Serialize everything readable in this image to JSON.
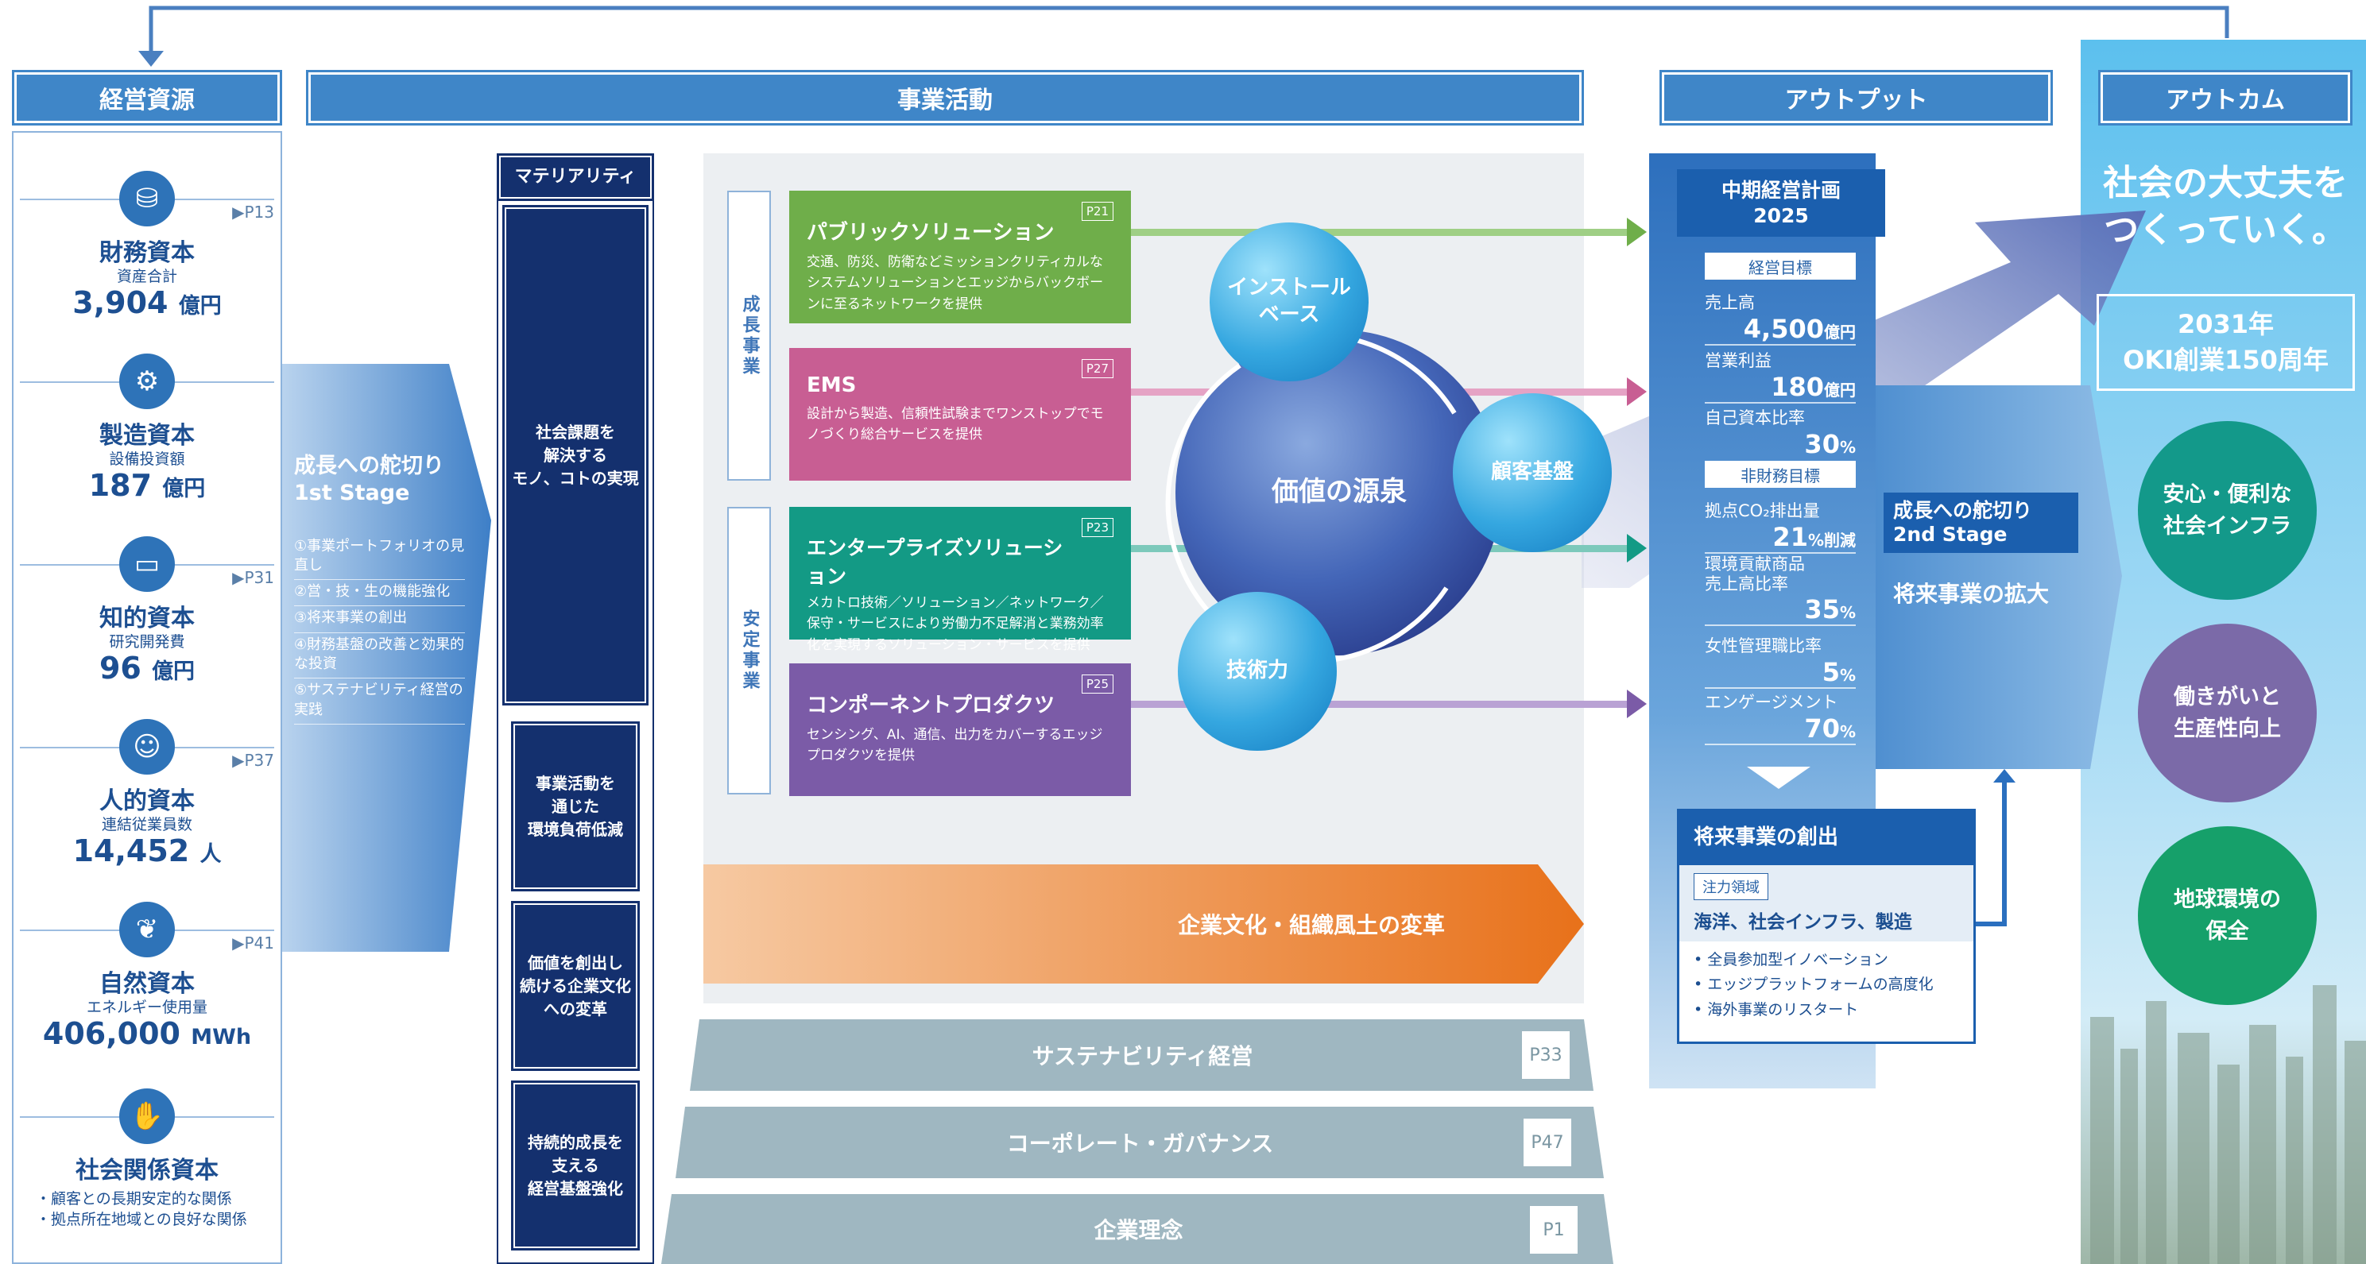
{
  "headers": {
    "resources": "経営資源",
    "activities": "事業活動",
    "output": "アウトプット",
    "outcome": "アウトカム"
  },
  "resources": [
    {
      "name": "財務資本",
      "sub": "資産合計",
      "value": "3,904",
      "unit": "億円",
      "page": "▶P13",
      "icon": "coins-icon"
    },
    {
      "name": "製造資本",
      "sub": "設備投資額",
      "value": "187",
      "unit": "億円",
      "page": "",
      "icon": "robot-arm-icon"
    },
    {
      "name": "知的資本",
      "sub": "研究開発費",
      "value": "96",
      "unit": "億円",
      "page": "▶P31",
      "icon": "monitor-icon"
    },
    {
      "name": "人的資本",
      "sub": "連結従業員数",
      "value": "14,452",
      "unit": "人",
      "page": "▶P37",
      "icon": "people-icon"
    },
    {
      "name": "自然資本",
      "sub": "エネルギー使用量",
      "value": "406,000",
      "unit": "MWh",
      "page": "▶P41",
      "icon": "leaf-icon"
    }
  ],
  "social_capital": {
    "name": "社会関係資本",
    "items": [
      "・顧客との長期安定的な関係",
      "・拠点所在地域との良好な関係"
    ],
    "icon": "handshake-icon"
  },
  "first_stage": {
    "title_line1": "成長への舵切り",
    "title_line2": "1st Stage",
    "items": [
      "①事業ポートフォリオの見直し",
      "②営・技・生の機能強化",
      "③将来事業の創出",
      "④財務基盤の改善と効果的な投資",
      "⑤サステナビリティ経営の実践"
    ]
  },
  "materiality": {
    "title": "マテリアリティ",
    "items": [
      "社会課題を\n解決する\nモノ、コトの実現",
      "事業活動を\n通じた\n環境負荷低減",
      "価値を創出し\n続ける企業文化\nへの変革",
      "持続的成長を\n支える\n経営基盤強化"
    ]
  },
  "segments": {
    "growth": "成長事業",
    "stable": "安定事業"
  },
  "businesses": [
    {
      "title": "パブリックソリューション",
      "page": "P21",
      "desc": "交通、防災、防衛などミッションクリティカルなシステムソリューションとエッジからバックボーンに至るネットワークを提供",
      "color": "#6fae4a"
    },
    {
      "title": "EMS",
      "page": "P27",
      "desc": "設計から製造、信頼性試験までワンストップでモノづくり総合サービスを提供",
      "color": "#c85e93"
    },
    {
      "title": "エンタープライズソリューション",
      "page": "P23",
      "desc": "メカトロ技術／ソリューション／ネットワーク／保守・サービスにより労働力不足解消と業務効率化を実現するソリューション・サービスを提供",
      "color": "#139a85"
    },
    {
      "title": "コンポーネントプロダクツ",
      "page": "P25",
      "desc": "センシング、AI、通信、出力をカバーするエッジプロダクツを提供",
      "color": "#7b5ba7"
    }
  ],
  "value_source": {
    "center": "価値の源泉",
    "install": "インストール\nベース",
    "customer": "顧客基盤",
    "tech": "技術力"
  },
  "culture": "企業文化・組織風土の変革",
  "foundations": [
    {
      "label": "サステナビリティ経営",
      "page": "P33"
    },
    {
      "label": "コーポレート・ガバナンス",
      "page": "P47"
    },
    {
      "label": "企業理念",
      "page": "P1"
    }
  ],
  "output": {
    "plan_title": "中期経営計画\n2025",
    "fin_label": "経営目標",
    "nonfin_label": "非財務目標",
    "kpis": [
      {
        "label": "売上高",
        "value": "4,500",
        "unit": "億円"
      },
      {
        "label": "営業利益",
        "value": "180",
        "unit": "億円"
      },
      {
        "label": "自己資本比率",
        "value": "30",
        "unit": "%"
      },
      {
        "label": "拠点CO₂排出量",
        "value": "21",
        "unit": "%削減"
      },
      {
        "label": "環境貢献商品\n売上高比率",
        "value": "35",
        "unit": "%"
      },
      {
        "label": "女性管理職比率",
        "value": "5",
        "unit": "%"
      },
      {
        "label": "エンゲージメント",
        "value": "70",
        "unit": "%"
      }
    ]
  },
  "future": {
    "title": "将来事業の創出",
    "focus_label": "注力領域",
    "focus": "海洋、社会インフラ、製造",
    "items": [
      "• 全員参加型イノベーション",
      "• エッジプラットフォームの高度化",
      "• 海外事業のリスタート"
    ]
  },
  "second_stage": {
    "title_line1": "成長への舵切り",
    "title_line2": "2nd Stage",
    "body": "将来事業の拡大"
  },
  "outcome": {
    "slogan": "社会の大丈夫を\nつくっていく。",
    "anniversary": "2031年\nOKI創業150周年",
    "circles": [
      {
        "label": "安心・便利な\n社会インフラ",
        "color": "#13998a"
      },
      {
        "label": "働きがいと\n生産性向上",
        "color": "#7b6aa8"
      },
      {
        "label": "地球環境の\n保全",
        "color": "#16a06a"
      }
    ]
  },
  "colors": {
    "header_blue": "#3f86c8",
    "navy": "#14306e",
    "culture_orange": "#e8711a",
    "plate_gray": "#9fb7c1"
  }
}
